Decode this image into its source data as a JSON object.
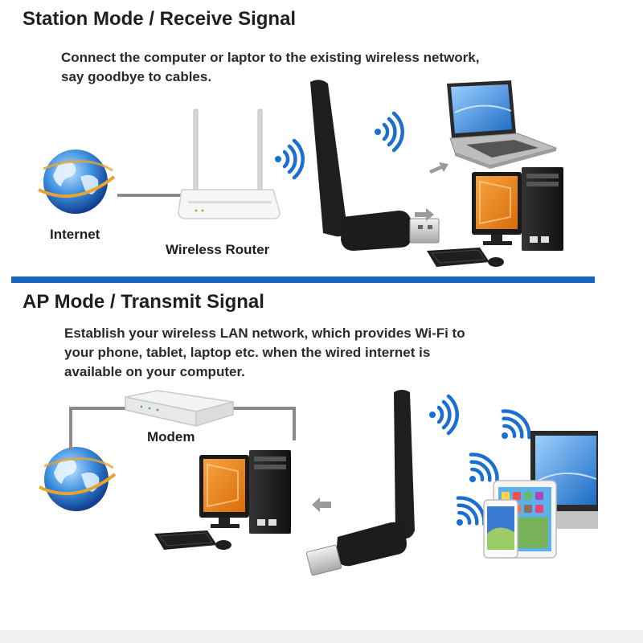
{
  "station": {
    "heading": "Station Mode / Receive Signal",
    "desc_line1": "Connect the computer or laptor to the existing wireless network,",
    "desc_line2": "say goodbye to cables.",
    "label_internet": "Internet",
    "label_router": "Wireless Router"
  },
  "ap": {
    "heading": "AP Mode / Transmit Signal",
    "desc_line1": "Establish your wireless LAN network, which provides Wi-Fi to",
    "desc_line2": "your phone, tablet, laptop etc. when the wired internet is",
    "desc_line3": "available on your computer.",
    "label_modem": "Modem"
  },
  "colors": {
    "accent_blue": "#1565c0",
    "wifi_blue": "#1a6fd1",
    "screen_orange": "#f08a1c",
    "adapter_black": "#1c1c1c"
  },
  "icons": [
    "globe-icon",
    "router-icon",
    "usb-wifi-adapter-icon",
    "wifi-signal-icon",
    "laptop-icon",
    "desktop-pc-icon",
    "modem-icon",
    "tablet-icon",
    "smartphone-icon",
    "arrow-icon"
  ]
}
